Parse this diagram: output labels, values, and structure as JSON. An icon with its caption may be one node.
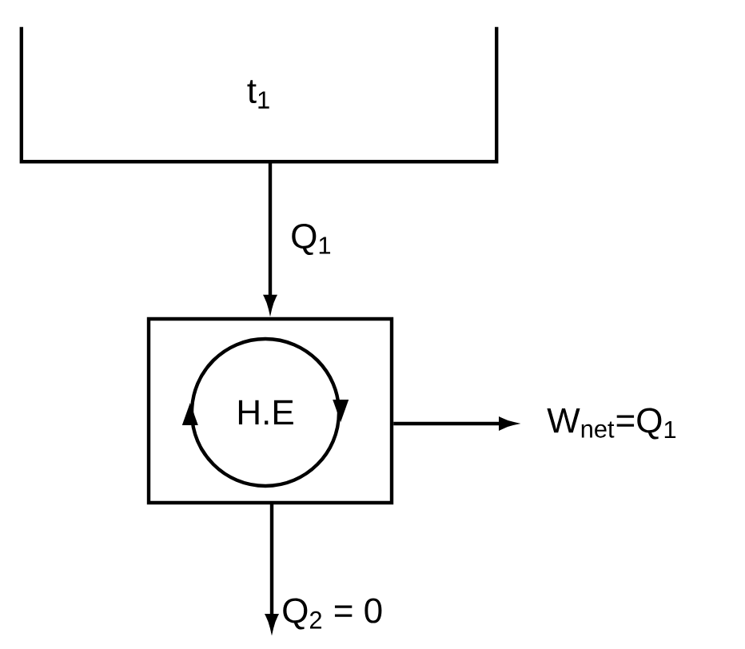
{
  "diagram": {
    "nodes": [
      {
        "text": [
          "t$_{1}$"
        ]
      },
      {
        "text": [],
        "shape": "box"
      },
      {
        "text": [
          "H.E"
        ],
        "in": 1
      },
      {
        "text": [
          "W$_{net}$=Q$_{1}$"
        ]
      },
      {
        "text": [
          "Q$_{2}$ = 0"
        ]
      }
    ],
    "edges": [
      {
        "from": 0,
        "to": 1,
        "arrow": "to",
        "label": "Q$_{1}$"
      },
      {
        "from": 1,
        "to": 3,
        "arrow": "to"
      },
      {
        "from": 1,
        "to": 4,
        "arrow": "to"
      }
    ]
  }
}
